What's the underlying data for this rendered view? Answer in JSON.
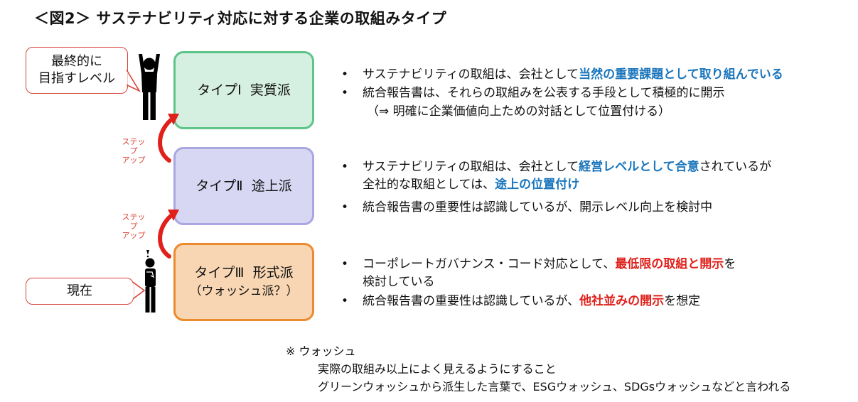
{
  "title": "＜図2＞ サステナビリティ対応に対する企業の取組みタイプ",
  "callouts": {
    "goal_line1": "最終的に",
    "goal_line2": "目指すレベル",
    "current": "現在"
  },
  "step_up": {
    "line1": "ステップ",
    "line2": "アップ"
  },
  "types": [
    {
      "label": "タイプⅠ  実質派",
      "sub": ""
    },
    {
      "label": "タイプⅡ  途上派",
      "sub": ""
    },
    {
      "label": "タイプⅢ  形式派",
      "sub": "（ウォッシュ派？）"
    }
  ],
  "type1_bullets": {
    "b1_pre": "サステナビリティの取組は、会社として",
    "b1_em": "当然の重要課題として取り組んでいる",
    "b2": "統合報告書は、それらの取組みを公表する手段として積極的に開示",
    "b2_cont": "（⇒ 明確に企業価値向上ための対話として位置付ける）"
  },
  "type2_bullets": {
    "b1_pre": "サステナビリティの取組は、会社として",
    "b1_em": "経営レベルとして合意",
    "b1_post": "されているが",
    "b1_cont_pre": "全社的な取組としては、",
    "b1_cont_em": "途上の位置付け",
    "b2": "統合報告書の重要性は認識しているが、開示レベル向上を検討中"
  },
  "type3_bullets": {
    "b1_pre": "コーポレートガバナンス・コード対応として、",
    "b1_em": "最低限の取組と開示",
    "b1_post": "を",
    "b1_cont": "検討している",
    "b2_pre": "統合報告書の重要性は認識しているが、",
    "b2_em": "他社並みの開示",
    "b2_post": "を想定"
  },
  "bullet_char": "•",
  "note": {
    "heading": "※ ウォッシュ",
    "line1": "実際の取組み以上によく見えるようにすること",
    "line2": "グリーンウォッシュから派生した言葉で、ESGウォッシュ、SDGsウォッシュなどと言われる"
  },
  "colors": {
    "type1_fill": "#d5efe0",
    "type1_border": "#5ec48a",
    "type2_fill": "#d7d7f3",
    "type2_border": "#a9a6e0",
    "type3_fill": "#f8d6b3",
    "type3_border": "#ee8a2e",
    "emphasis_blue": "#1a75bc",
    "emphasis_red": "#e0201a",
    "callout_red": "#d9443a"
  }
}
